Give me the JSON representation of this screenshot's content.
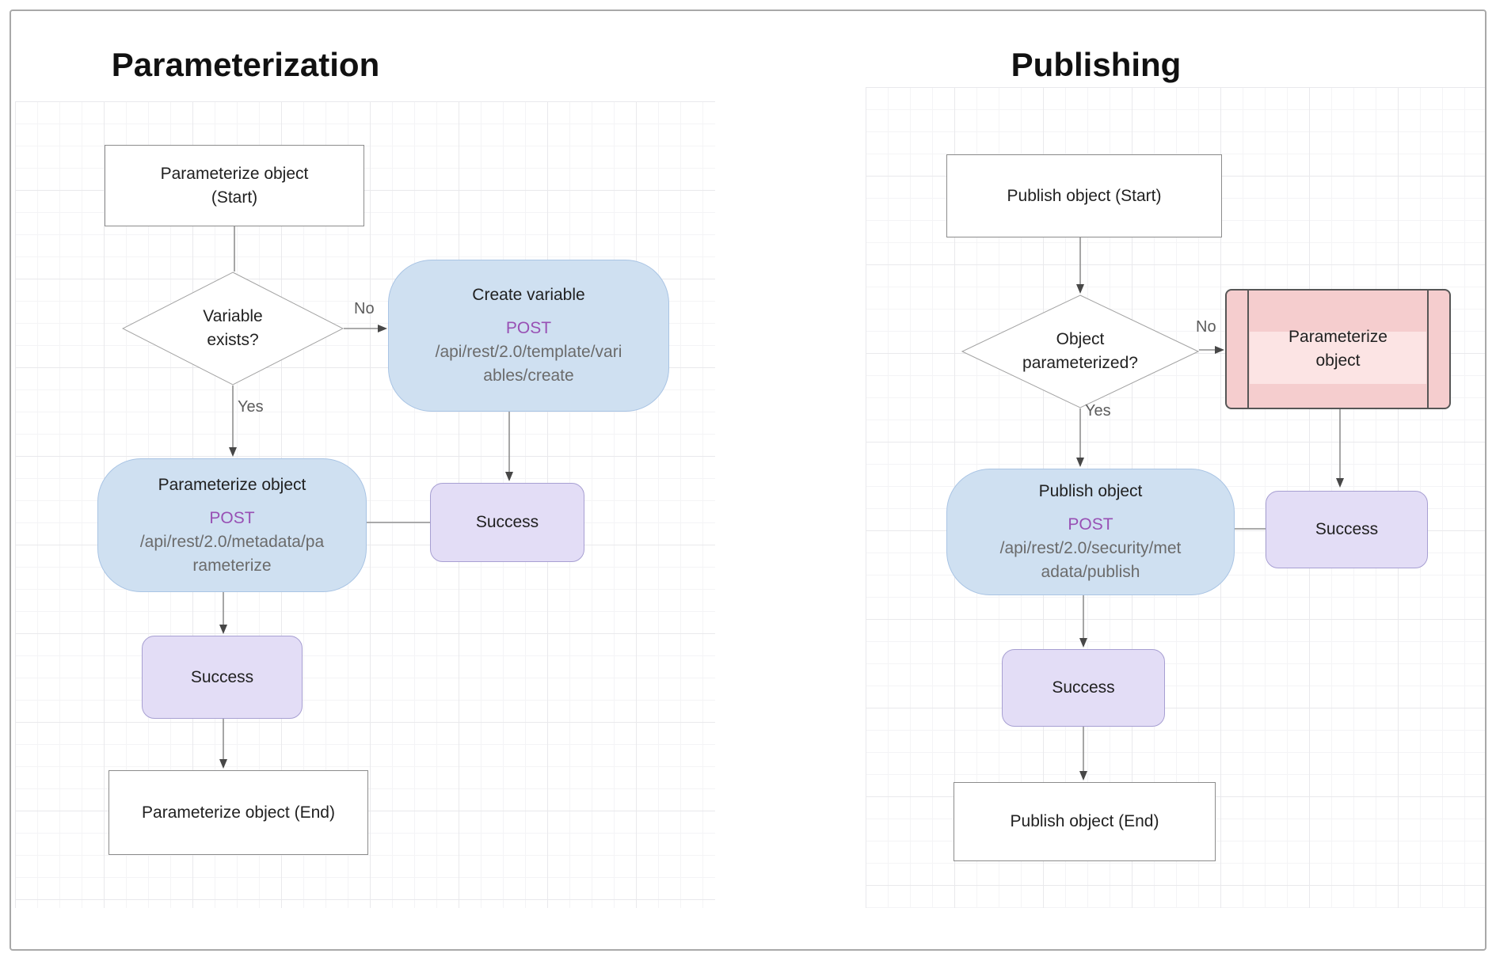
{
  "colors": {
    "process-fill": "#cfe0f1",
    "process-border": "#a9c4e4",
    "success-fill": "#e3ddf6",
    "success-border": "#a79fd2",
    "alert-fill": "#f5cdce",
    "alert-fill-inner": "#fce4e4",
    "alert-border": "#565656",
    "post": "#9850b4",
    "path": "#6b6b6b",
    "label": "#5c5c5c",
    "line": "#8f8f8f",
    "arrow": "#474747"
  },
  "parameterization": {
    "title": "Parameterization",
    "start_line1": "Parameterize object",
    "start_line2": "(Start)",
    "decision_line1": "Variable",
    "decision_line2": "exists?",
    "no_label": "No",
    "yes_label": "Yes",
    "create_variable": {
      "title": "Create variable",
      "method": "POST",
      "path_line1": "/api/rest/2.0/template/vari",
      "path_line2": "ables/create"
    },
    "parameterize": {
      "title": "Parameterize object",
      "method": "POST",
      "path_line1": "/api/rest/2.0/metadata/pa",
      "path_line2": "rameterize"
    },
    "success_right": "Success",
    "success_bottom": "Success",
    "end_label": "Parameterize object (End)"
  },
  "publishing": {
    "title": "Publishing",
    "start_label": "Publish object (Start)",
    "decision_line1": "Object",
    "decision_line2": "parameterized?",
    "no_label": "No",
    "yes_label": "Yes",
    "parameterize_ref_line1": "Parameterize",
    "parameterize_ref_line2": "object",
    "publish": {
      "title": "Publish object",
      "method": "POST",
      "path_line1": "/api/rest/2.0/security/met",
      "path_line2": "adata/publish"
    },
    "success_right": "Success",
    "success_bottom": "Success",
    "end_label": "Publish object (End)"
  }
}
